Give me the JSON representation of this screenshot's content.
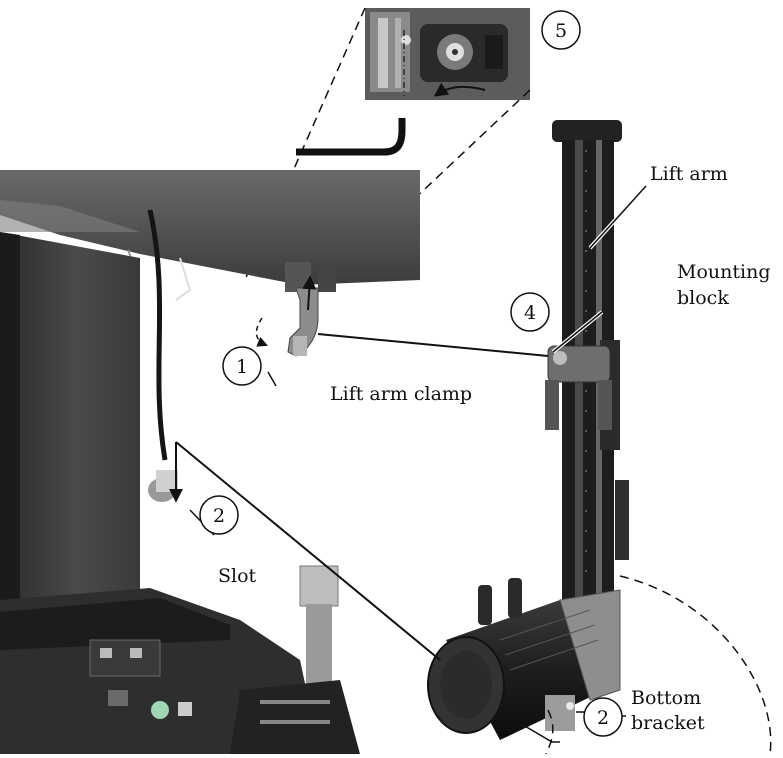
{
  "labels": {
    "lift_arm": "Lift arm",
    "mounting_block_line1": "Mounting",
    "mounting_block_line2": "block",
    "lift_arm_clamp": "Lift arm clamp",
    "slot": "Slot",
    "bottom_bracket_line1": "Bottom",
    "bottom_bracket_line2": "bracket"
  },
  "callouts": {
    "step_1": "1",
    "step_2_slot": "2",
    "step_2_bracket": "2",
    "step_4": "4",
    "step_5": "5"
  }
}
